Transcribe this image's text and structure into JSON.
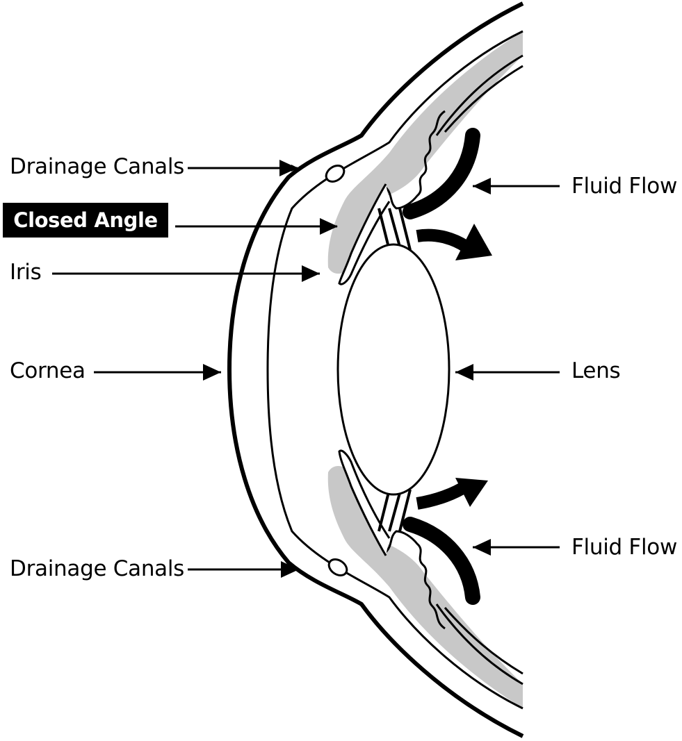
{
  "labels": {
    "drainage_canals_top": "Drainage Canals",
    "closed_angle": "Closed Angle",
    "iris": "Iris",
    "cornea": "Cornea",
    "drainage_canals_bottom": "Drainage Canals",
    "fluid_flow_top": "Fluid Flow",
    "lens": "Lens",
    "fluid_flow_bottom": "Fluid Flow"
  },
  "colors": {
    "ink": "#000000",
    "tissue_gray": "#c8c8c8",
    "background": "#ffffff",
    "highlight_label_bg": "#000000",
    "highlight_label_text": "#ffffff"
  }
}
